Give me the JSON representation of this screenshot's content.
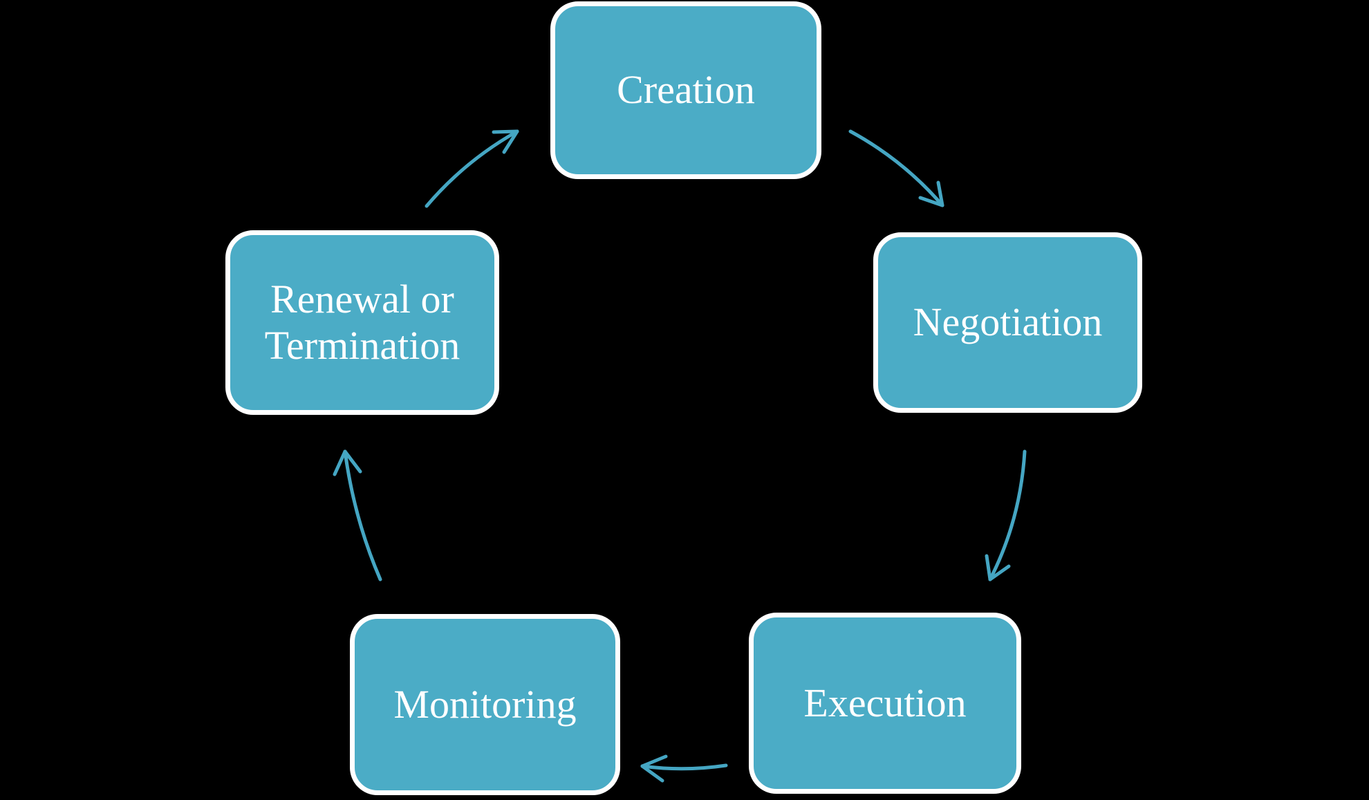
{
  "nodes": [
    {
      "id": "creation",
      "label": "Creation",
      "lines": [
        "Creation"
      ]
    },
    {
      "id": "negotiation",
      "label": "Negotiation",
      "lines": [
        "Negotiation"
      ]
    },
    {
      "id": "execution",
      "label": "Execution",
      "lines": [
        "Execution"
      ]
    },
    {
      "id": "monitoring",
      "label": "Monitoring",
      "lines": [
        "Monitoring"
      ]
    },
    {
      "id": "renewal_or_termination",
      "label": "Renewal or Termination",
      "lines": [
        "Renewal or",
        "Termination"
      ]
    }
  ],
  "flow": [
    {
      "from": "creation",
      "to": "negotiation"
    },
    {
      "from": "negotiation",
      "to": "execution"
    },
    {
      "from": "execution",
      "to": "monitoring"
    },
    {
      "from": "monitoring",
      "to": "renewal_or_termination"
    },
    {
      "from": "renewal_or_termination",
      "to": "creation"
    }
  ],
  "colors": {
    "background": "#000000",
    "node_fill": "#4BACC6",
    "node_border": "#FFFFFF",
    "node_text": "#FFFFFF",
    "arrow": "#45A6C3"
  }
}
